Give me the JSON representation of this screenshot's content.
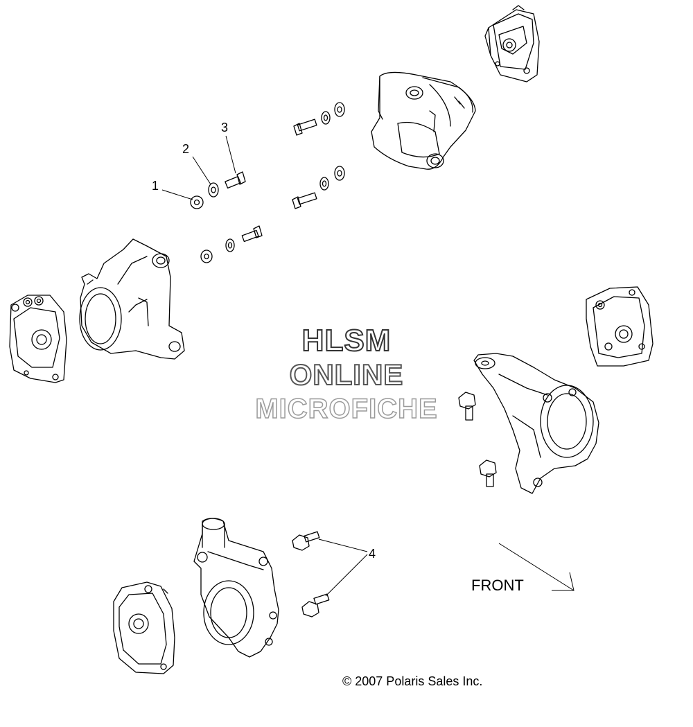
{
  "callouts": [
    "1",
    "2",
    "3",
    "4"
  ],
  "watermark": {
    "line1": "HLSM",
    "line2": "ONLINE",
    "line3": "MICROFICHE",
    "line1_color": "#333333",
    "line2_color": "#555555",
    "line3_color": "#9a9a9a"
  },
  "front_label": "FRONT",
  "copyright": "© 2007 Polaris Sales Inc.",
  "colors": {
    "line": "#000000",
    "background": "#ffffff"
  }
}
